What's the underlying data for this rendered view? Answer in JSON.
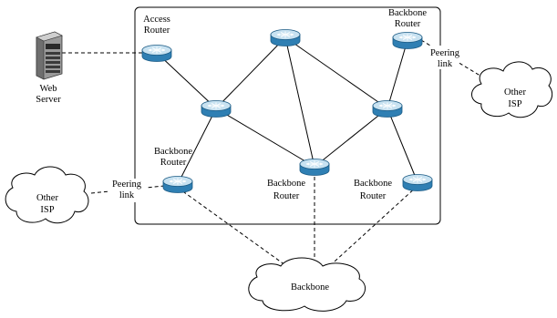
{
  "labels": {
    "access_router": [
      "Access",
      "Router"
    ],
    "backbone_router_top_right": [
      "Backbone",
      "Router"
    ],
    "backbone_router_left": [
      "Backbone",
      "Router"
    ],
    "backbone_router_bottom_center": [
      "Backbone",
      "Router"
    ],
    "backbone_router_bottom_right": [
      "Backbone",
      "Router"
    ],
    "web_server": [
      "Web",
      "Server"
    ],
    "peering_link_right": [
      "Peering",
      "link"
    ],
    "peering_link_left": [
      "Peering",
      "link"
    ],
    "other_isp_right": [
      "Other",
      "ISP"
    ],
    "other_isp_left": [
      "Other",
      "ISP"
    ],
    "backbone_cloud": "Backbone"
  },
  "icons": {
    "router": "router-icon",
    "server": "server-icon",
    "cloud": "cloud-icon"
  },
  "colors": {
    "router_top": "#c8e2f1",
    "router_side": "#2f7fb3",
    "router_outline": "#1a5a84",
    "line": "#000000"
  }
}
